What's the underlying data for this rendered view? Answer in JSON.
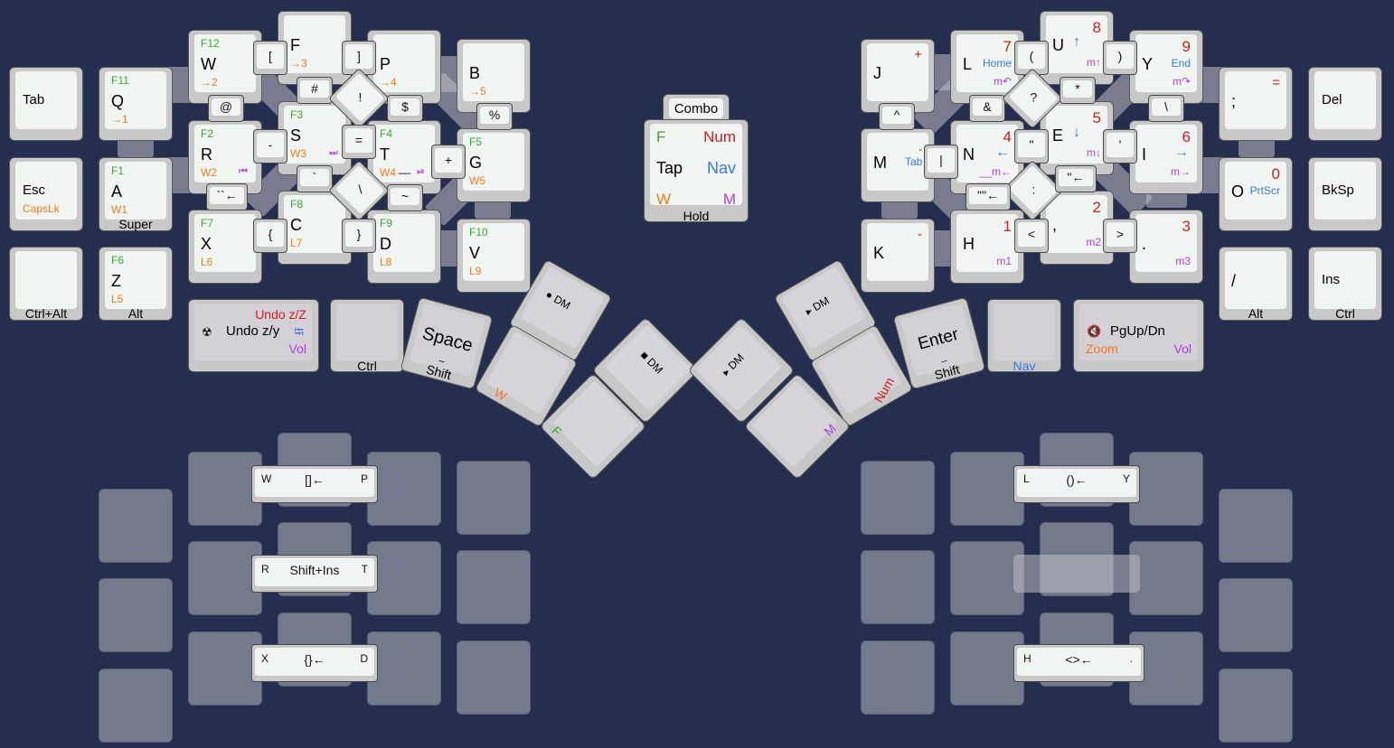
{
  "thumb": {
    "space": "Space",
    "space_hold": "Shift",
    "space_sub": "_",
    "enter": "Enter",
    "enter_hold": "Shift",
    "enter_sub": "_",
    "dm1": "● DM",
    "dm2": "■ DM",
    "dm3": "▸ DM",
    "dm4": "▸ DM",
    "w_label": "W",
    "f_label": "F",
    "num_label": "Num",
    "m_label": "M"
  },
  "legend": {
    "combo": "Combo",
    "f": "F",
    "num": "Num",
    "tap": "Tap",
    "nav": "Nav",
    "w": "W",
    "m": "M",
    "hold": "Hold"
  },
  "left": {
    "tab": "Tab",
    "esc": "Esc",
    "capslk": "CapsLk",
    "ctrlalt": "Ctrl+Alt",
    "q": "Q",
    "q_f": "F11",
    "q_s": "→1",
    "a": "A",
    "a_f": "F1",
    "a_s": "W1",
    "a_hold": "Super",
    "z": "Z",
    "z_f": "F6",
    "z_s": "L5",
    "z_hold": "Alt",
    "w": "W",
    "w_f": "F12",
    "w_s": "→2",
    "r": "R",
    "r_f": "F2",
    "r_s": "W2",
    "r_media": "⏮",
    "x": "X",
    "x_f": "F7",
    "x_s": "L6",
    "f": "F",
    "f_s": "→3",
    "s": "S",
    "s_f": "F3",
    "s_s": "W3",
    "s_media": "⏭",
    "c": "C",
    "c_f": "F8",
    "c_s": "L7",
    "p": "P",
    "p_s": "→4",
    "t": "T",
    "t_f": "F4",
    "t_s": "W4",
    "t_media": "⏯",
    "t_sub": "__",
    "d": "D",
    "d_f": "F9",
    "d_s": "L8",
    "b": "B",
    "b_s": "→5",
    "g": "G",
    "g_f": "F5",
    "g_s": "W5",
    "v": "V",
    "v_f": "F10",
    "v_s": "L9",
    "undo": "Undo z/y",
    "undo_top": "Undo z/Z",
    "undo_vol": "Vol",
    "undo_icon": "☢",
    "undo_tab": "⭾",
    "ctrl": "Ctrl",
    "combos": {
      "lbr": "[",
      "rbr": "]",
      "at": "@",
      "hash": "#",
      "excl": "!",
      "dollar": "$",
      "pct": "%",
      "minus": "-",
      "eq": "=",
      "plus": "+",
      "grave": "`",
      "bsl": "\\",
      "tilde": "~",
      "lcurly": "{",
      "rcurly": "}",
      "grave_back": "``←"
    }
  },
  "right": {
    "del": "Del",
    "bksp": "BkSp",
    "ins": "Ins",
    "ins_hold": "Ctrl",
    "j": "J",
    "j_s": "+",
    "m": "M",
    "m_s": ".",
    "m_tab": "Tab",
    "k": "K",
    "k_s": "-",
    "l": "L",
    "l_n": "7",
    "l_home": "Home",
    "l_m": "m↶",
    "n": "N",
    "n_n": "4",
    "n_arrow": "←",
    "n_m": "__m←",
    "h": "H",
    "h_n": "1",
    "h_m": "m1",
    "u": "U",
    "u_n": "8",
    "u_arrow": "↑",
    "u_m": "m↑",
    "e": "E",
    "e_n": "5",
    "e_arrow": "↓",
    "e_m": "m↓",
    "comma": ",",
    "comma_n": "2",
    "comma_m": "m2",
    "y": "Y",
    "y_n": "9",
    "y_end": "End",
    "y_m": "m↷",
    "i": "I",
    "i_n": "6",
    "i_arrow": "→",
    "i_m": "m→",
    "dot": ".",
    "dot_n": "3",
    "dot_m": "m3",
    "semi": ";",
    "semi_s": "=",
    "o": "O",
    "o_n": "0",
    "o_prtscr": "PrtScr",
    "slash": "/",
    "slash_hold": "Alt",
    "pgup": "PgUp/Dn",
    "zoom": "Zoom",
    "vol": "Vol",
    "mute": "🔇",
    "nav": "Nav",
    "combos": {
      "caret": "^",
      "amp": "&",
      "star": "*",
      "lpar": "(",
      "rpar": ")",
      "quest": "?",
      "bsl": "\\",
      "dquote": "\"",
      "quote": "'",
      "pipe": "|",
      "colon": ":",
      "dq_back": "\"←",
      "ddq_back": "\"\"←",
      "lt": "<",
      "gt": ">"
    }
  },
  "lower": {
    "l1": {
      "left": "W",
      "mid": "[]←",
      "right": "P"
    },
    "l2": {
      "left": "R",
      "mid": "Shift+Ins",
      "right": "T"
    },
    "l3": {
      "left": "X",
      "mid": "{}←",
      "right": "D"
    },
    "r1": {
      "left": "L",
      "mid": "()←",
      "right": "Y"
    },
    "r3": {
      "left": "H",
      "mid": "<>←",
      "right": "."
    }
  }
}
